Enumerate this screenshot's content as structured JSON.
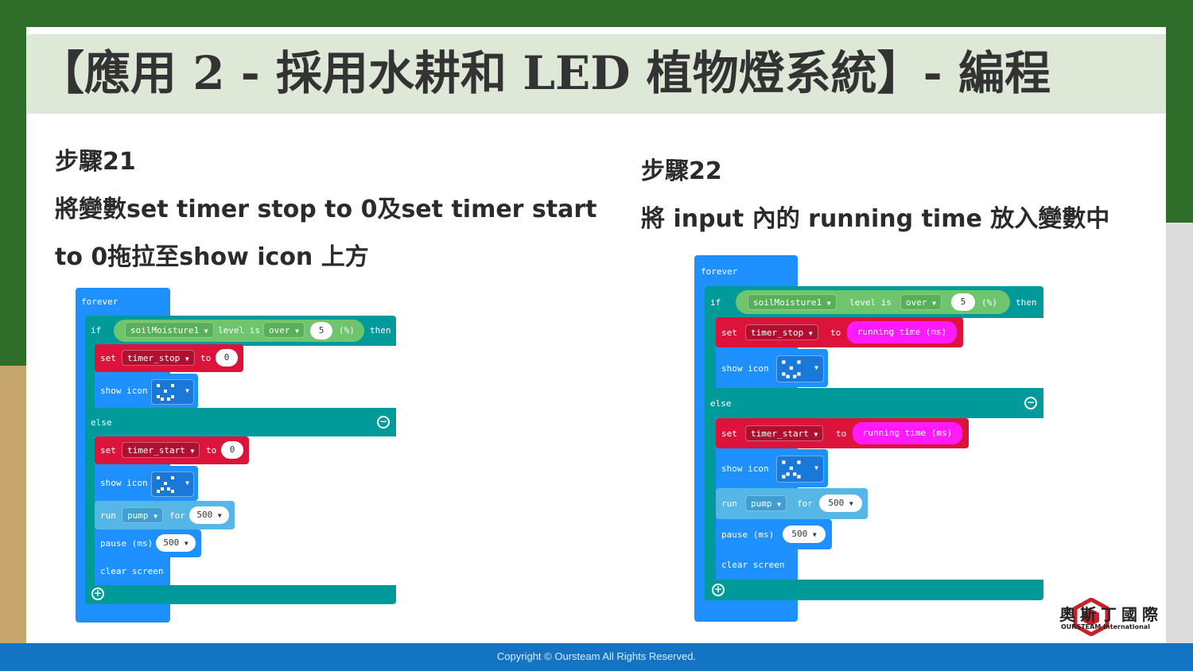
{
  "slide": {
    "title": "【應用 2 - 採用水耕和 LED 植物燈系統】- 編程",
    "copyright": "Copyright © Oursteam All Rights Reserved."
  },
  "logo": {
    "name": "奧斯丁國際",
    "sub": "OURSTEAM International"
  },
  "step21": {
    "title": "步驟21",
    "line1": "將變數set timer stop to 0及set timer start",
    "line2": "to 0拖拉至show icon 上方"
  },
  "step22": {
    "title": "步驟22",
    "line1": "將 input 內的 running time 放入變數中"
  },
  "blocks": {
    "forever": "forever",
    "if": "if",
    "then": "then",
    "else": "else",
    "set": "set",
    "to": "to",
    "show_icon": "show icon",
    "run": "run",
    "for": "for",
    "pause": "pause (ms)",
    "clear_screen": "clear screen",
    "sensor": "soilMoisture1",
    "level_is": "level is",
    "over": "over",
    "threshold": "5",
    "percent": "(%)",
    "timer_stop": "timer_stop",
    "timer_start": "timer_start",
    "pump": "pump",
    "duration": "500",
    "zero": "0",
    "running_time": "running time (ms)",
    "caret": "▼",
    "minus": "−",
    "plus": "+"
  },
  "colors": {
    "loop": "#1e90ff",
    "logic": "#009a9a",
    "variables": "#dc143c",
    "input": "#ff1aff",
    "sensor": "#6ec56e",
    "header_bar": "#dde8d6",
    "footer": "#1474c4"
  }
}
